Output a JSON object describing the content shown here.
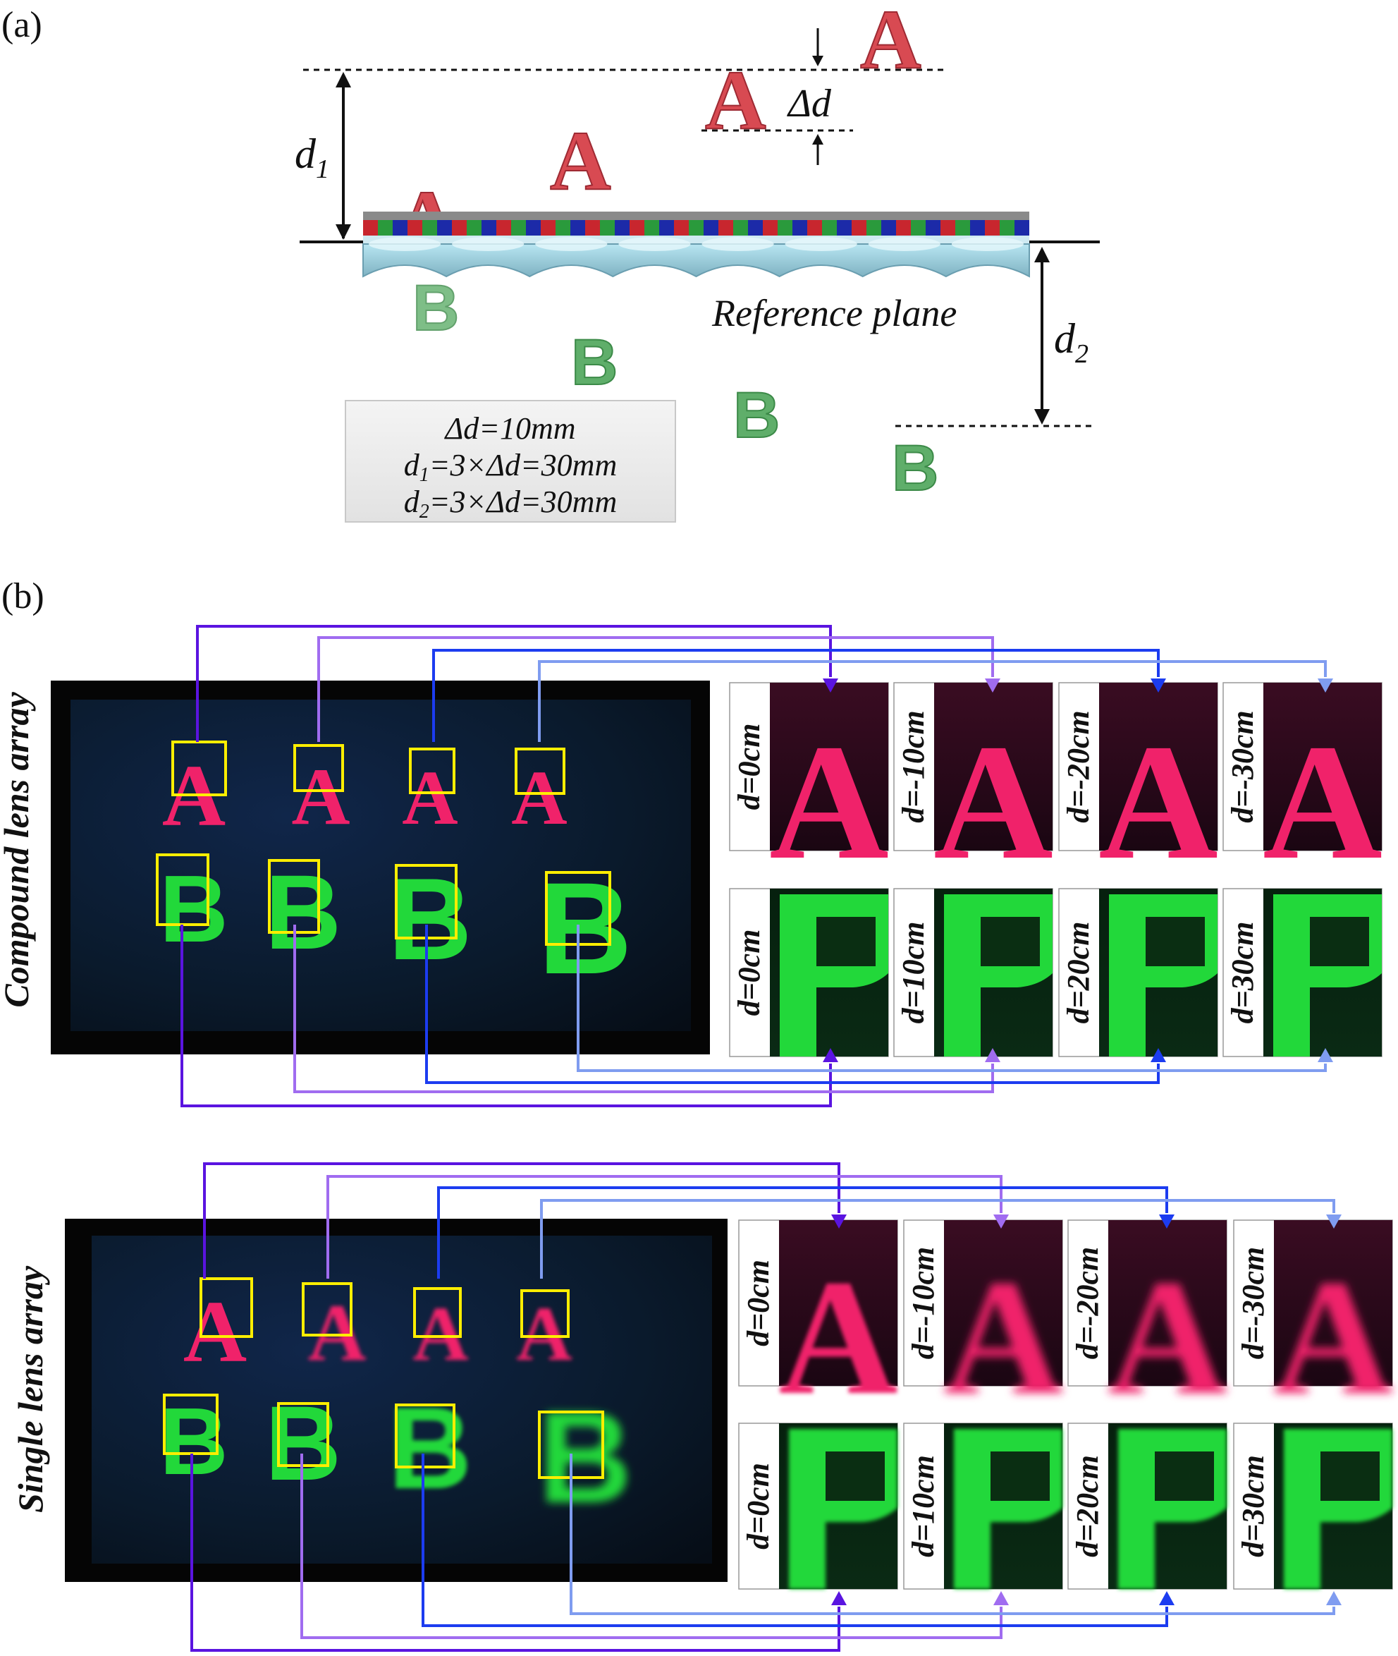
{
  "panel_a": {
    "label": "(a)",
    "d1": "d",
    "d1_sub": "1",
    "d2": "d",
    "d2_sub": "2",
    "delta_d": "Δd",
    "reference_plane": "Reference plane",
    "letter_a": "A",
    "letter_b": "B",
    "params": {
      "line1": "Δd=10mm",
      "line2_pre": "d",
      "line2_sub": "1",
      "line2_post": "=3×Δd=30mm",
      "line3_pre": "d",
      "line3_sub": "2",
      "line3_post": "=3×Δd=30mm"
    }
  },
  "panel_b": {
    "label": "(b)",
    "compound_title": "Compound lens array",
    "single_title": "Single lens array",
    "letter_a": "A",
    "letter_b": "B",
    "a_depths": [
      "d=0cm",
      "d=-10cm",
      "d=-20cm",
      "d=-30cm"
    ],
    "b_depths": [
      "d=0cm",
      "d=10cm",
      "d=20cm",
      "d=30cm"
    ]
  },
  "colors": {
    "letter_a_red": "#d84a52",
    "letter_b_green": "#5fae6a",
    "display_magenta": "#f0226a",
    "display_green": "#22d83a",
    "highlight_box": "#ffee00",
    "arrow_1": "#5a14e0",
    "arrow_2": "#a06cf0",
    "arrow_3": "#1c3cf0",
    "arrow_4": "#7f9cf0"
  }
}
